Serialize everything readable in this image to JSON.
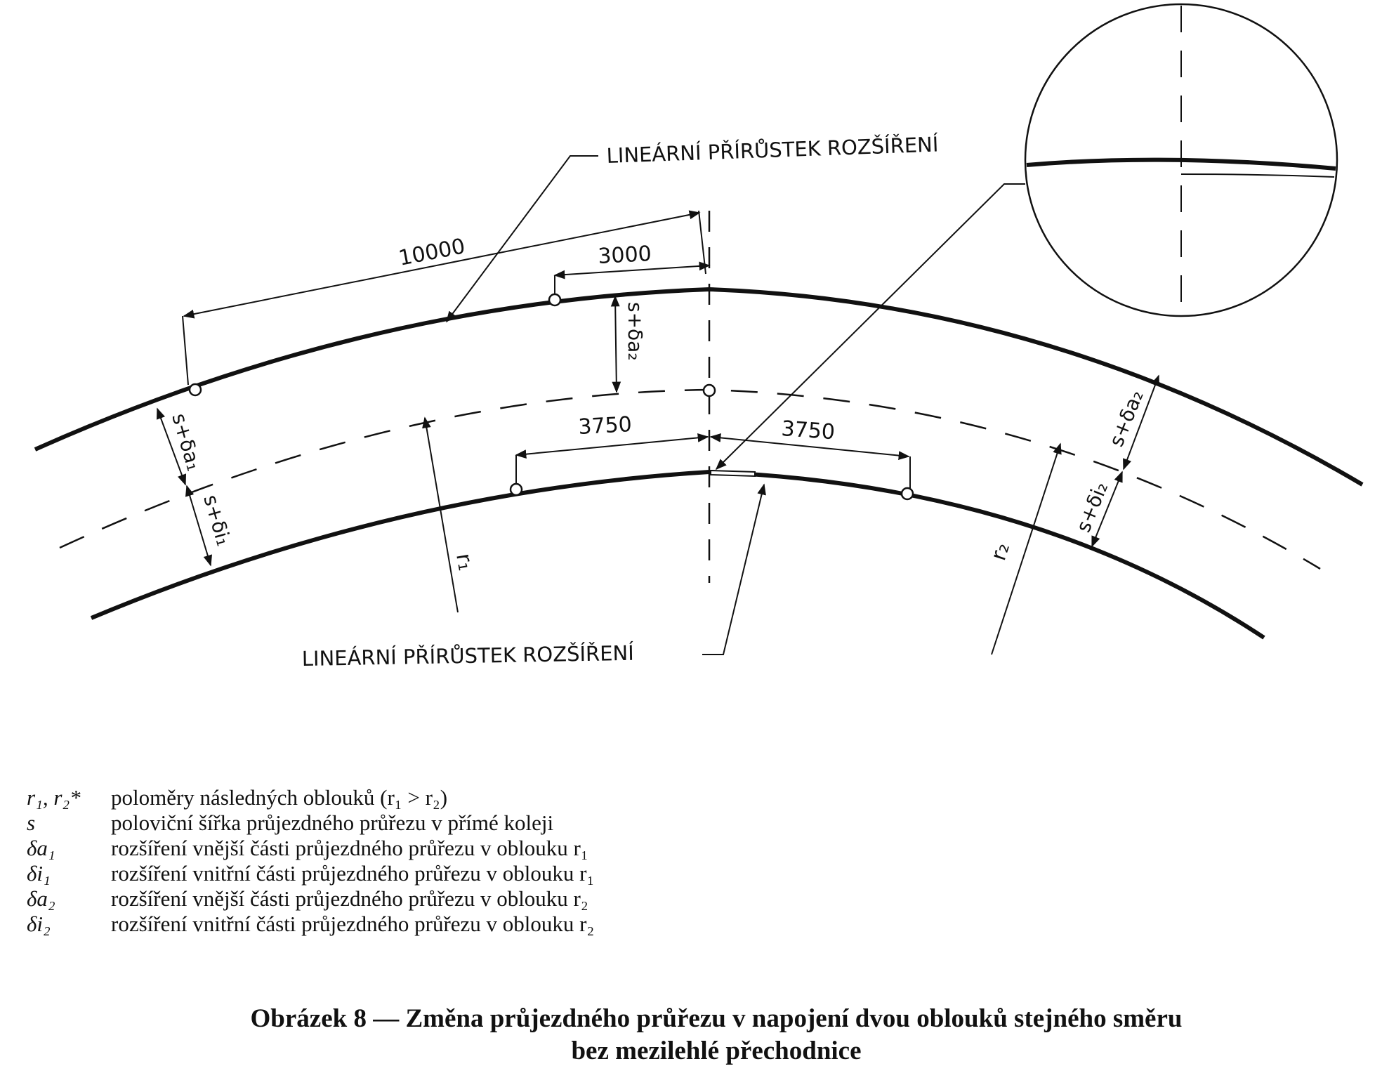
{
  "diagram": {
    "callout_top": "LINEÁRNÍ PŘÍRŮSTEK ROZŠÍŘENÍ",
    "callout_bottom": "LINEÁRNÍ PŘÍRŮSTEK ROZŠÍŘENÍ",
    "dim_10000": "10000",
    "dim_3000": "3000",
    "dim_3750_left": "3750",
    "dim_3750_right": "3750",
    "label_s_da1": "s+δa₁",
    "label_s_di1": "s+δi₁",
    "label_s_da2_left": "s+δa₂",
    "label_s_da2_right": "s+δa₂",
    "label_s_di2": "s+δi₂",
    "label_r1": "r₁",
    "label_r2": "r₂"
  },
  "legend": [
    {
      "symbol": "r₁, r₂*",
      "description": "poloměry následných oblouků (r₁ > r₂)"
    },
    {
      "symbol": "s",
      "description": "poloviční šířka průjezdného průřezu v přímé koleji"
    },
    {
      "symbol": "δa₁",
      "description": "rozšíření vnější části průjezdného průřezu v oblouku r₁"
    },
    {
      "symbol": "δi₁",
      "description": "rozšíření vnitřní části průjezdného průřezu v oblouku r₁"
    },
    {
      "symbol": "δa₂",
      "description": "rozšíření vnější části průjezdného průřezu v oblouku r₂"
    },
    {
      "symbol": "δi₂",
      "description": "rozšíření vnitřní části průjezdného průřezu v oblouku r₂"
    }
  ],
  "caption": {
    "line1": "Obrázek 8 — Změna průjezdného průřezu v napojení dvou oblouků stejného směru",
    "line2": "bez mezilehlé přechodnice"
  }
}
